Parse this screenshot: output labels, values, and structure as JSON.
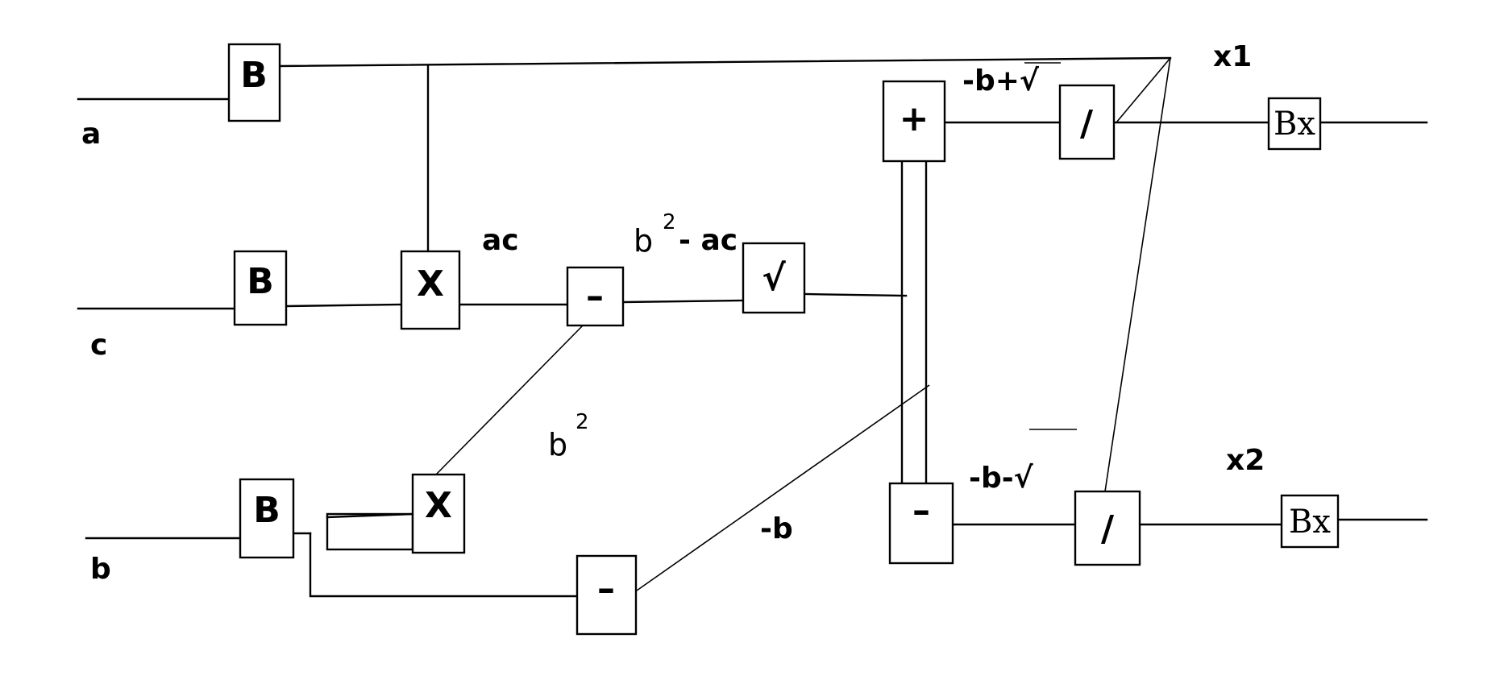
{
  "inputs": {
    "a": "a",
    "c": "c",
    "b": "b"
  },
  "blocks": {
    "buf_a": "B",
    "buf_c": "B",
    "buf_b": "B",
    "mul_ac": "X",
    "mul_bb": "X",
    "sub_disc": "–",
    "sqrt": "√",
    "neg_b": "–",
    "add": "+",
    "sub": "–",
    "div1": "/",
    "div2": "/",
    "out1": "Bx",
    "out2": "Bx"
  },
  "labels": {
    "ac": "ac",
    "disc_b": "b",
    "disc_exp": "2",
    "disc_rest": "- ac",
    "b2_b": "b",
    "b2_exp": "2",
    "neg_b": "-b",
    "plus_root": "-b+√",
    "minus_root": "-b-√",
    "x1": "x1",
    "x2": "x2"
  }
}
